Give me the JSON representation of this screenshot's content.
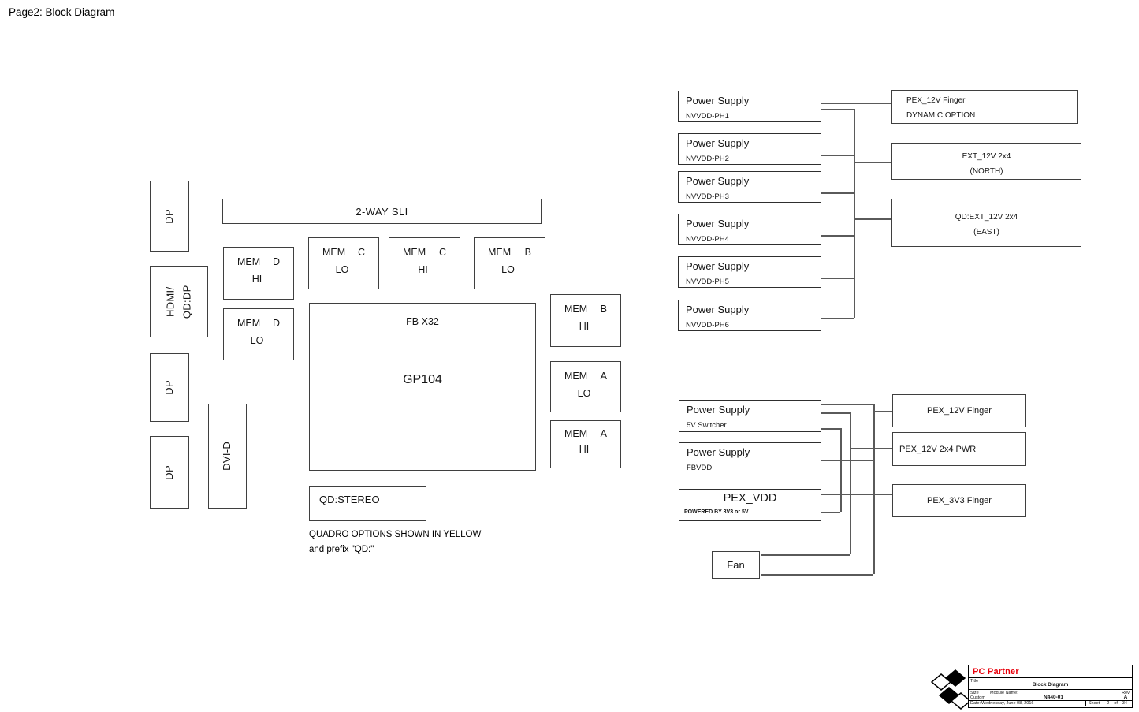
{
  "page_title": "Page2: Block Diagram",
  "left_ports": {
    "dp_top": "DP",
    "hdmi_line1": "HDMI/",
    "hdmi_line2": "QD:DP",
    "dp_mid": "DP",
    "dp_bottom": "DP",
    "dvi": "DVI-D"
  },
  "sli_label": "2-WAY SLI",
  "gpu": {
    "fb": "FB X32",
    "name": "GP104"
  },
  "mem": {
    "d_hi": {
      "l1a": "MEM",
      "l1b": "D",
      "l2": "HI"
    },
    "d_lo": {
      "l1a": "MEM",
      "l1b": "D",
      "l2": "LO"
    },
    "c_lo": {
      "l1a": "MEM",
      "l1b": "C",
      "l2": "LO"
    },
    "c_hi": {
      "l1a": "MEM",
      "l1b": "C",
      "l2": "HI"
    },
    "b_lo": {
      "l1a": "MEM",
      "l1b": "B",
      "l2": "LO"
    },
    "b_hi": {
      "l1a": "MEM",
      "l1b": "B",
      "l2": "HI"
    },
    "a_lo": {
      "l1a": "MEM",
      "l1b": "A",
      "l2": "LO"
    },
    "a_hi": {
      "l1a": "MEM",
      "l1b": "A",
      "l2": "HI"
    }
  },
  "stereo_label": "QD:STEREO",
  "notes": {
    "line1": "QUADRO OPTIONS SHOWN IN YELLOW",
    "line2": "and prefix \"QD:\""
  },
  "nvvdd_phases": [
    {
      "title": "Power Supply",
      "name": "NVVDD-PH1"
    },
    {
      "title": "Power Supply",
      "name": "NVVDD-PH2"
    },
    {
      "title": "Power Supply",
      "name": "NVVDD-PH3"
    },
    {
      "title": "Power Supply",
      "name": "NVVDD-PH4"
    },
    {
      "title": "Power Supply",
      "name": "NVVDD-PH5"
    },
    {
      "title": "Power Supply",
      "name": "NVVDD-PH6"
    }
  ],
  "top_connectors": {
    "pex12v_finger": {
      "line1": "PEX_12V Finger",
      "line2": "DYNAMIC OPTION"
    },
    "ext12v": {
      "line1": "EXT_12V 2x4",
      "line2": "(NORTH)"
    },
    "qd_ext12v": {
      "line1": "QD:EXT_12V 2x4",
      "line2": "(EAST)"
    }
  },
  "aux_supplies": {
    "switcher": {
      "title": "Power Supply",
      "name": "5V Switcher"
    },
    "fbvdd": {
      "title": "Power Supply",
      "name": "FBVDD"
    },
    "pexvdd": {
      "title": "PEX_VDD",
      "name": "POWERED BY 3V3 or 5V"
    }
  },
  "fan_label": "Fan",
  "lower_connectors": {
    "pex12v_finger": "PEX_12V Finger",
    "pex12v_pwr": "PEX_12V 2x4 PWR",
    "pex3v3_finger": "PEX_3V3 Finger"
  },
  "title_block": {
    "company": "PC Partner",
    "title_label": "Title",
    "title": "Block Diagram",
    "size_label": "Size",
    "size": "Custom",
    "module_label": "Module Name:",
    "module": "N440-01",
    "rev_label": "Rev",
    "rev": "A",
    "date_label": "Date:",
    "date": "Wednesday, June 08, 2016",
    "sheet_label": "Sheet",
    "sheet_number": "2",
    "of_label": "of",
    "sheet_total": "34"
  },
  "colors": {
    "company_red": "#e8000b",
    "wire": "#5a5a5a",
    "box_border": "#3f3f3f"
  }
}
